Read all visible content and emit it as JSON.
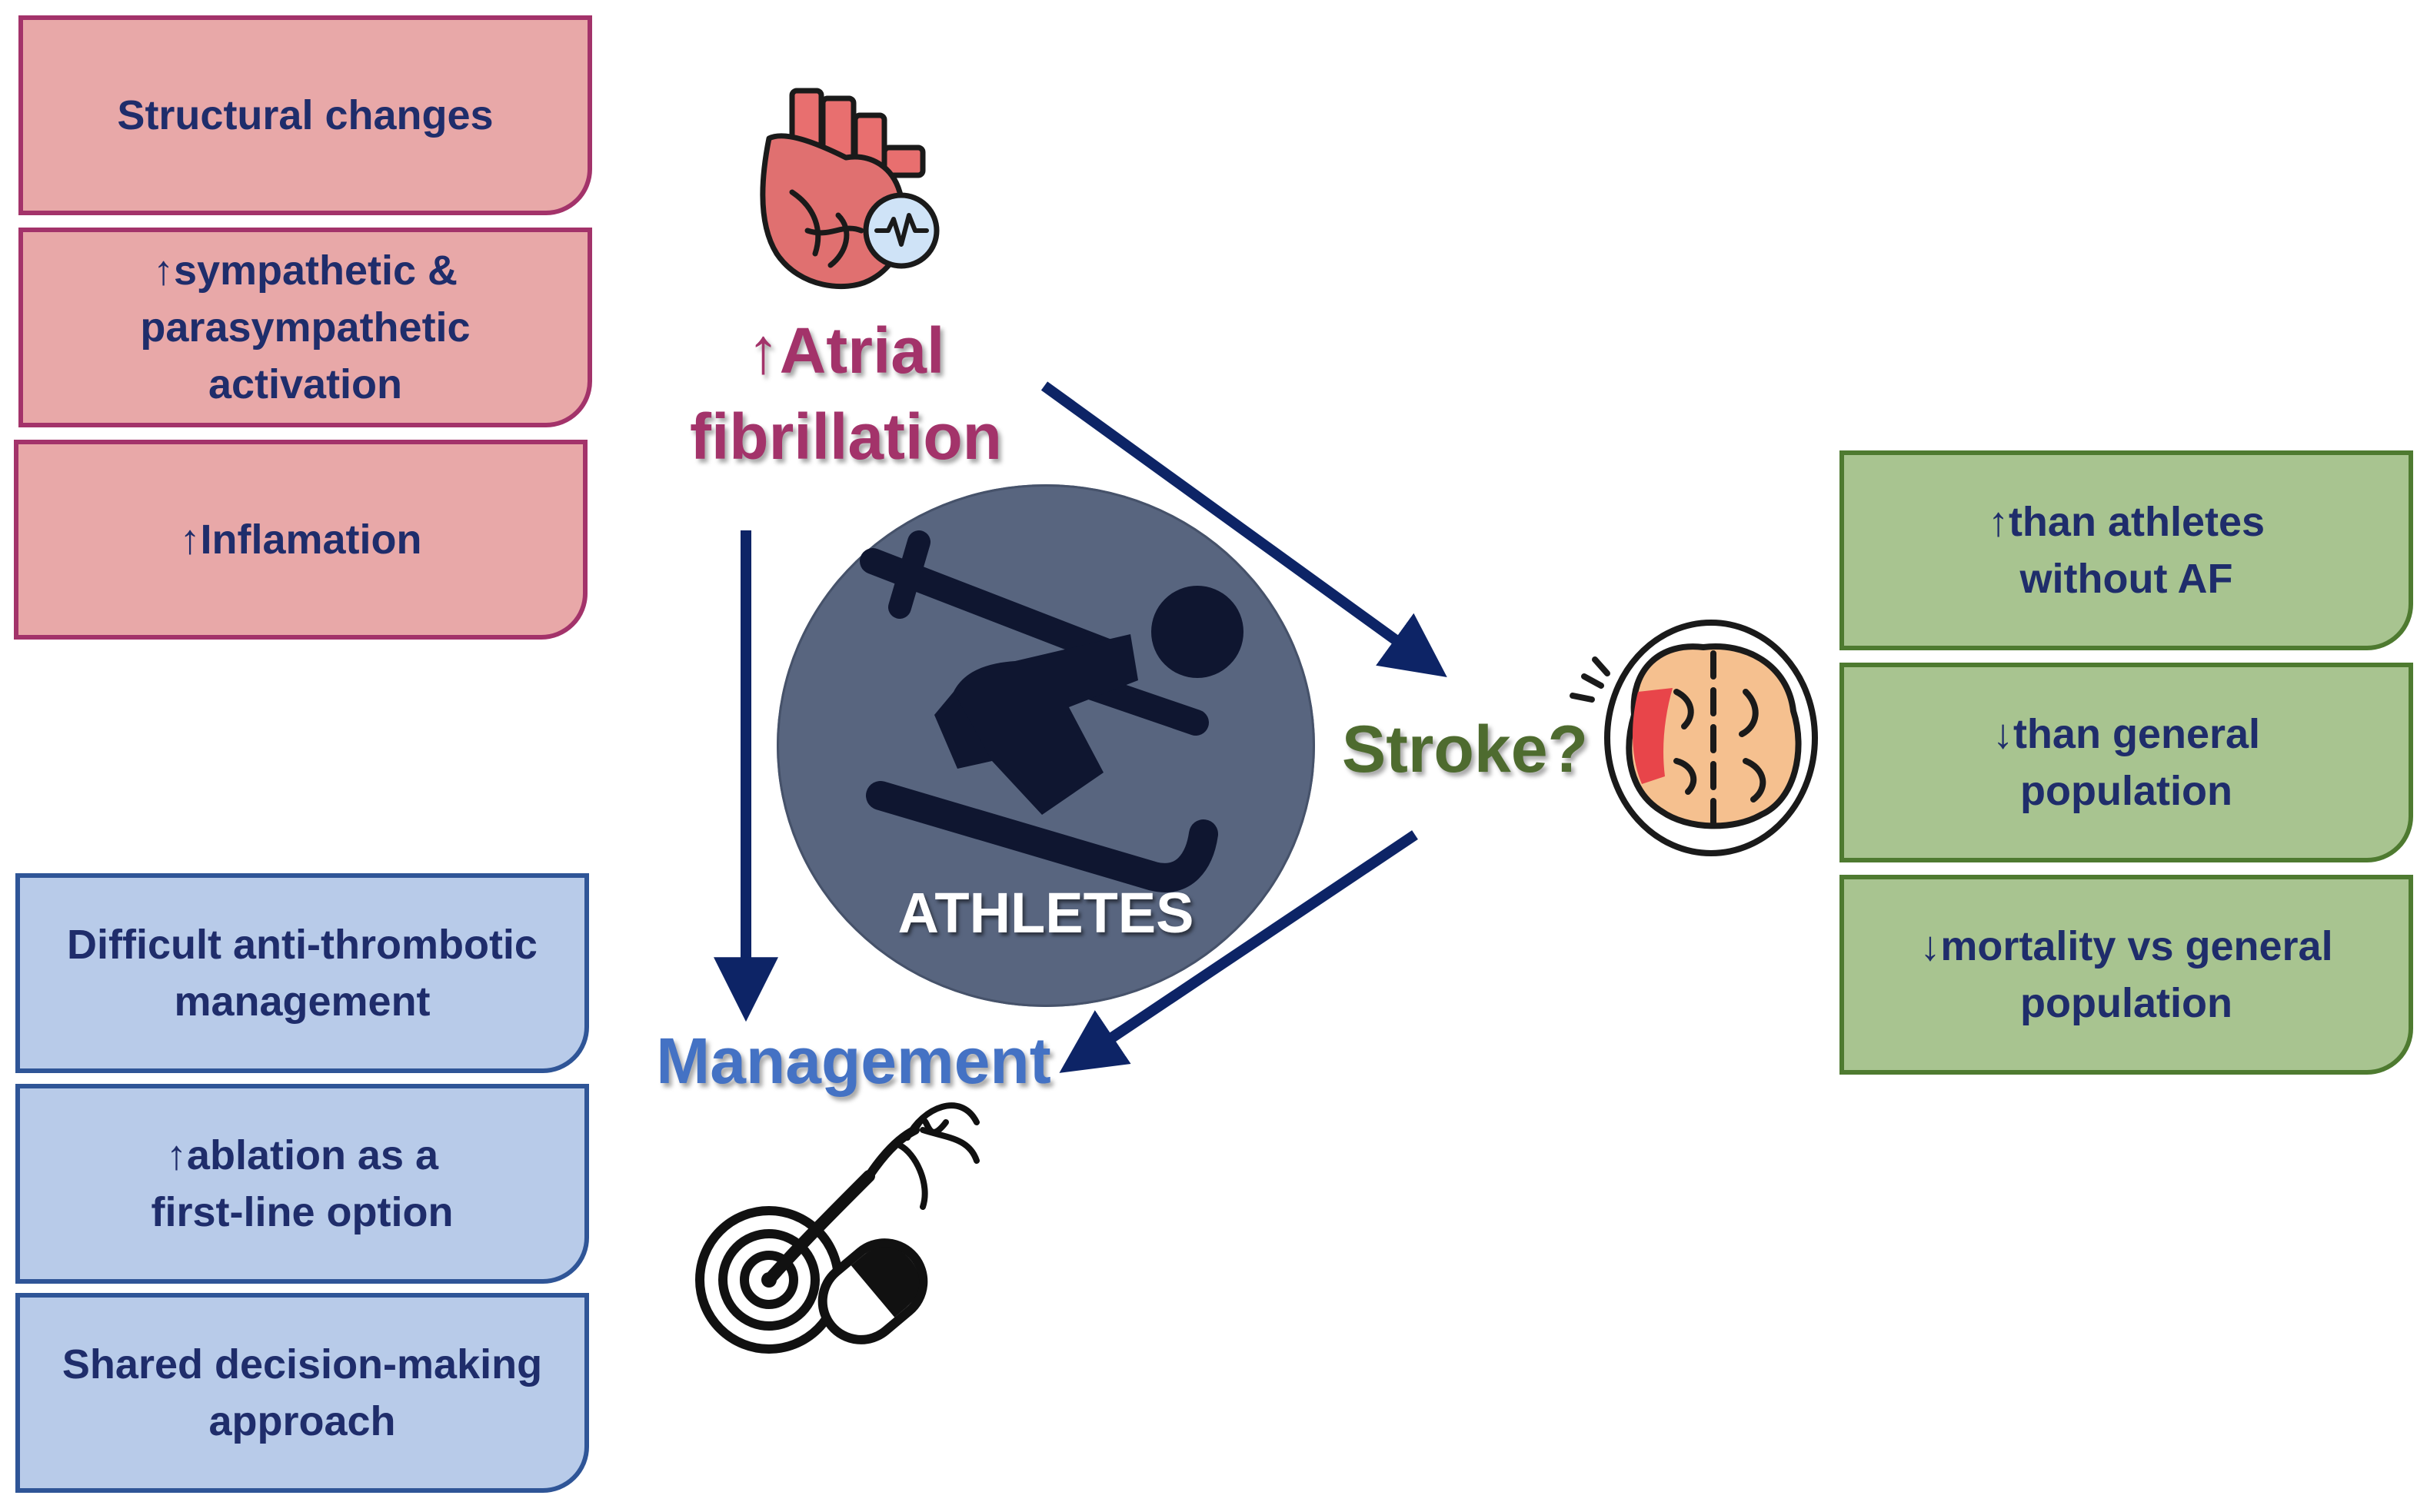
{
  "center": {
    "label": "ATHLETES",
    "icon": "skier-icon"
  },
  "atrial_fibrillation": {
    "label": "↑Atrial\nfibrillation",
    "icon": "heart-icon",
    "color": "#a3336a",
    "factors": [
      "Structural changes",
      "↑sympathetic &\nparasympathetic\nactivation",
      "↑Inflamation"
    ]
  },
  "management": {
    "label": "Management",
    "icon": "ablation-pill-icon",
    "color": "#4472c4",
    "items": [
      "Difficult anti-thrombotic\nmanagement",
      "↑ablation as a\nfirst-line option",
      "Shared decision-making\napproach"
    ]
  },
  "stroke": {
    "label": "Stroke?",
    "icon": "brain-icon",
    "color": "#4e6b2f",
    "items": [
      "↑than athletes\nwithout AF",
      "↓than general\npopulation",
      "↓mortality vs general\npopulation"
    ]
  },
  "colors": {
    "arrow": "#0d2466",
    "red_fill": "#e8a8a8",
    "blue_fill": "#b8cbe9",
    "green_fill": "#a8c490",
    "circle": "#58657f"
  }
}
